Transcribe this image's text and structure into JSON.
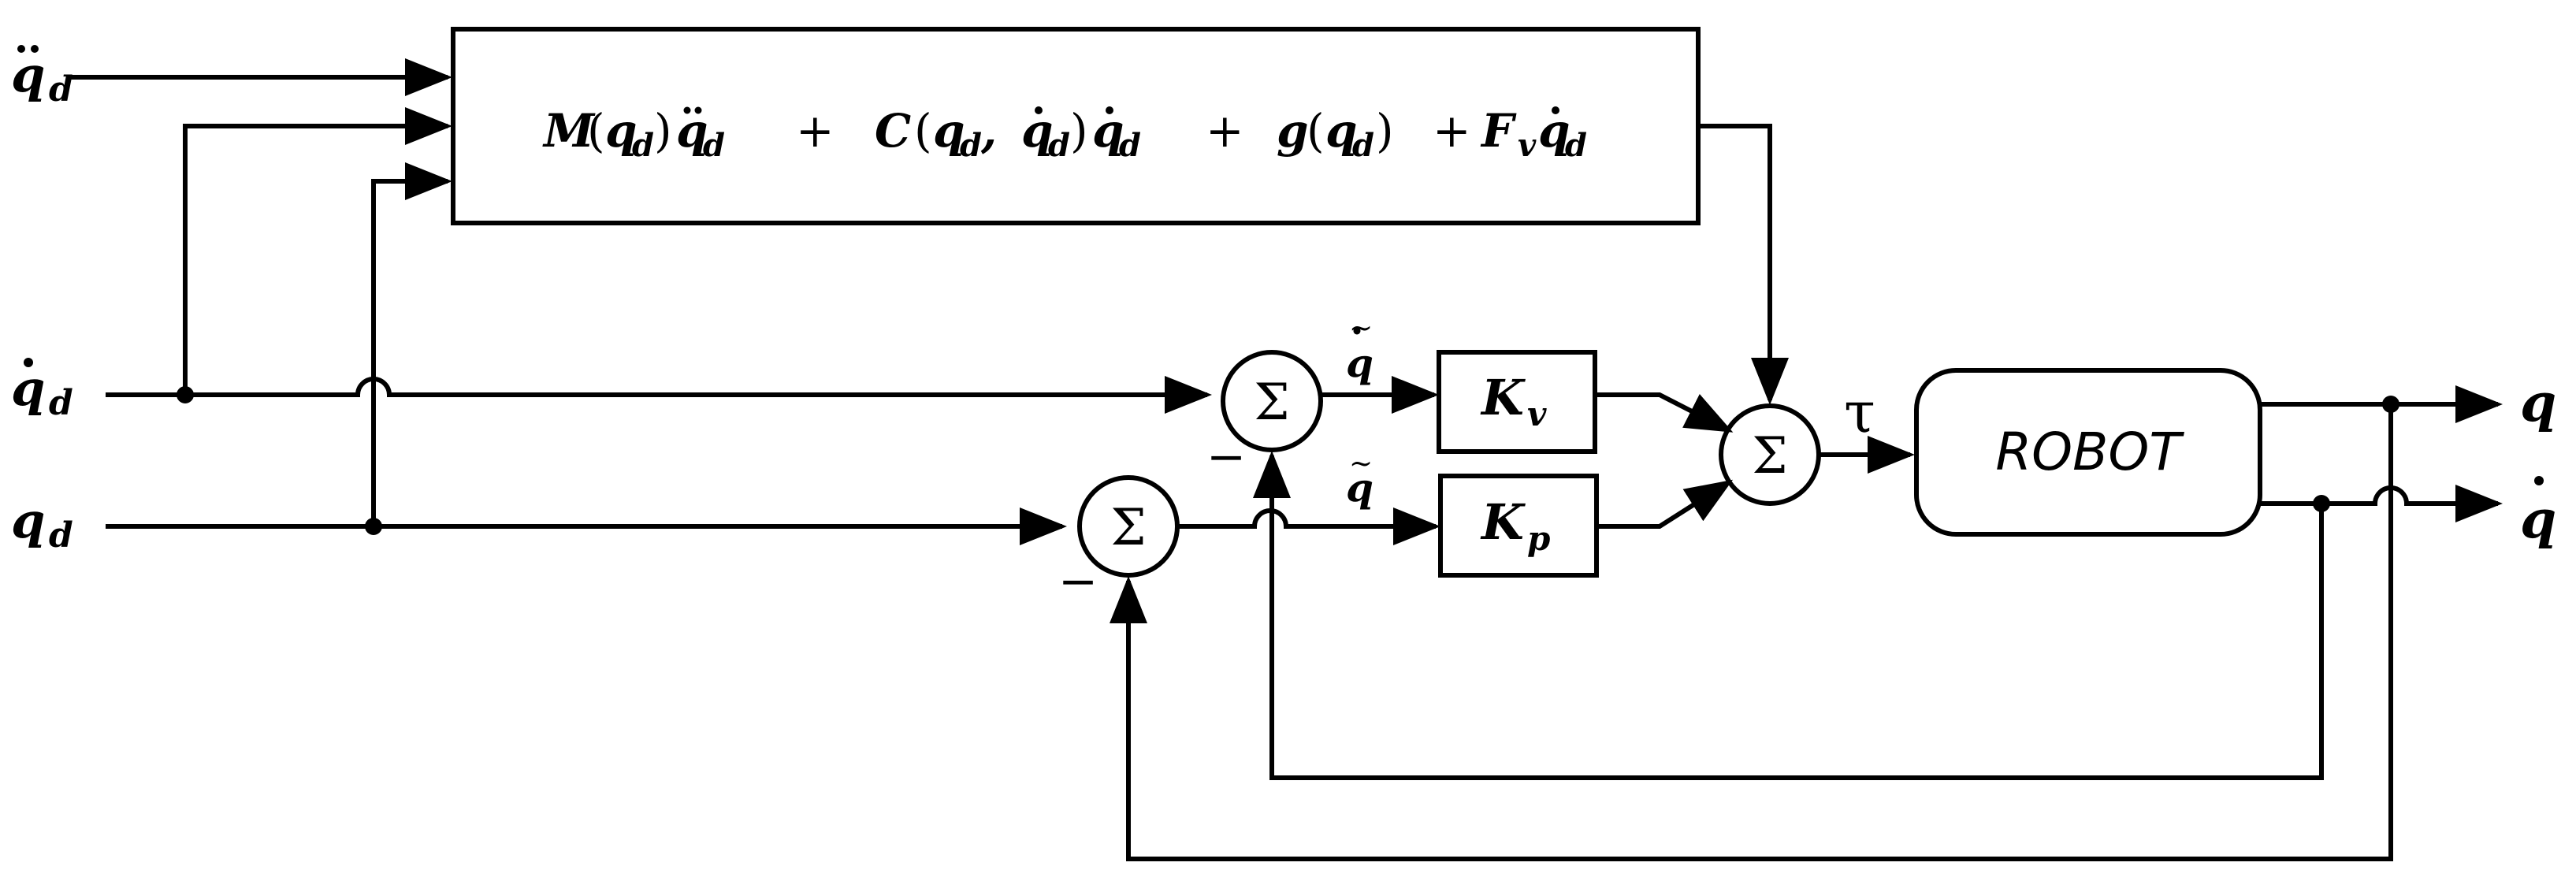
{
  "inputs": {
    "qdd_d": {
      "base": "q",
      "sub": "d"
    },
    "qd_d": {
      "base": "q",
      "sub": "d"
    },
    "q_d": {
      "base": "q",
      "sub": "d"
    }
  },
  "feedforward": {
    "M": "M",
    "C": "C",
    "g": "g",
    "F": "F",
    "v": "v",
    "q": "q",
    "d": "d",
    "comma": ",",
    "plus": "+",
    "lp": "(",
    "rp": ")"
  },
  "sum_symbol": "Σ",
  "minus_sign": "−",
  "signals": {
    "qdot_tilde": "q",
    "q_tilde": "q",
    "tau": "τ"
  },
  "gains": {
    "kv": {
      "base": "K",
      "sub": "v"
    },
    "kp": {
      "base": "K",
      "sub": "p"
    }
  },
  "plant": {
    "label": "ROBOT"
  },
  "outputs": {
    "q": "q",
    "qdot": "q"
  }
}
